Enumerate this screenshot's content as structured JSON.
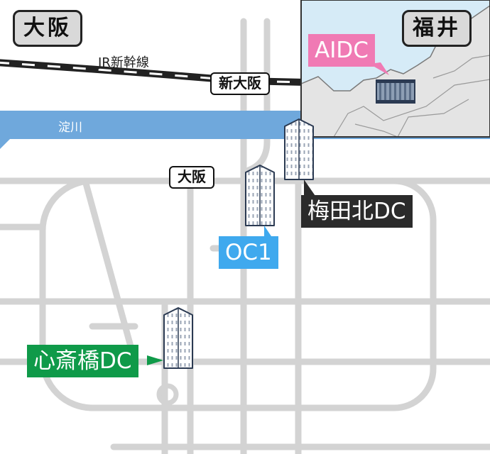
{
  "regions": {
    "osaka": "大阪",
    "fukui": "福井"
  },
  "railway": {
    "label": "JR新幹線"
  },
  "stations": {
    "shin_osaka": "新大阪",
    "osaka": "大阪"
  },
  "river": {
    "label": "淀川"
  },
  "datacenters": {
    "aidc": {
      "label": "AIDC",
      "color": "#f07ab4"
    },
    "umeda_kita": {
      "label": "梅田北DC",
      "color": "#2b2b2b"
    },
    "oc1": {
      "label": "OC1",
      "color": "#3fa9ee"
    },
    "shinsaibashi": {
      "label": "心斎橋DC",
      "color": "#0f9a49"
    }
  },
  "colors": {
    "road": "#d3d3d3",
    "river": "#6fa8dc",
    "inset_sea": "#d6ebf7",
    "inset_land": "#e4e4e4"
  }
}
